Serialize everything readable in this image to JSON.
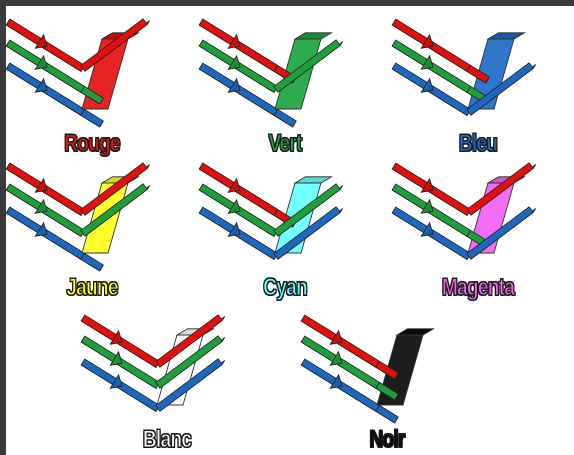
{
  "colors": {
    "red": "#e60d0d",
    "green": "#1f9f3c",
    "blue": "#1c67bf",
    "outline": "#222222",
    "window_bg": "#3a3a3c"
  },
  "panels": [
    {
      "label": "Rouge",
      "filter_color": "#e61010",
      "label_color": "#e61010",
      "reflects": [
        "red"
      ],
      "transmits": [
        "green",
        "blue"
      ]
    },
    {
      "label": "Vert",
      "filter_color": "#1aa53d",
      "label_color": "#1aa53d",
      "reflects": [
        "green"
      ],
      "transmits": [
        "red",
        "blue"
      ]
    },
    {
      "label": "Bleu",
      "filter_color": "#1b6cc8",
      "label_color": "#1b6cc8",
      "reflects": [
        "blue"
      ],
      "transmits": [
        "red",
        "green"
      ]
    },
    {
      "label": "Jaune",
      "filter_color": "#ffff1a",
      "label_color": "#ffff1a",
      "reflects": [
        "red",
        "green"
      ],
      "transmits": [
        "blue"
      ]
    },
    {
      "label": "Cyan",
      "filter_color": "#66ffff",
      "label_color": "#66ffff",
      "reflects": [
        "green",
        "blue"
      ],
      "transmits": [
        "red"
      ]
    },
    {
      "label": "Magenta",
      "filter_color": "#f25ff2",
      "label_color": "#f25ff2",
      "reflects": [
        "red",
        "blue"
      ],
      "transmits": [
        "green"
      ]
    },
    {
      "label": "Blanc",
      "filter_color": "#ffffff",
      "label_color": "#ffffff",
      "reflects": [
        "red",
        "green",
        "blue"
      ],
      "transmits": []
    },
    {
      "label": "Noir",
      "filter_color": "#0a0a0a",
      "label_color": "#0a0a0a",
      "reflects": [],
      "transmits": [
        "red",
        "green",
        "blue"
      ]
    }
  ]
}
